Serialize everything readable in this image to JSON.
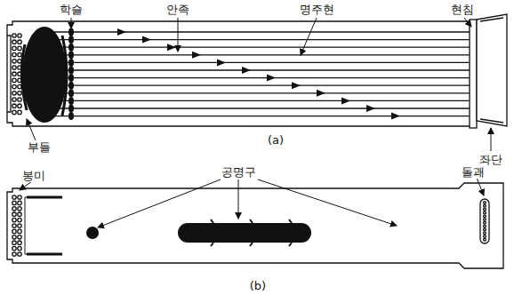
{
  "diagram": {
    "labels": [
      "학슬",
      "안족",
      "명주현",
      "현침",
      "부들",
      "(a)",
      "좌단",
      "봉미",
      "공명구",
      "돌괘",
      "(b)"
    ]
  }
}
